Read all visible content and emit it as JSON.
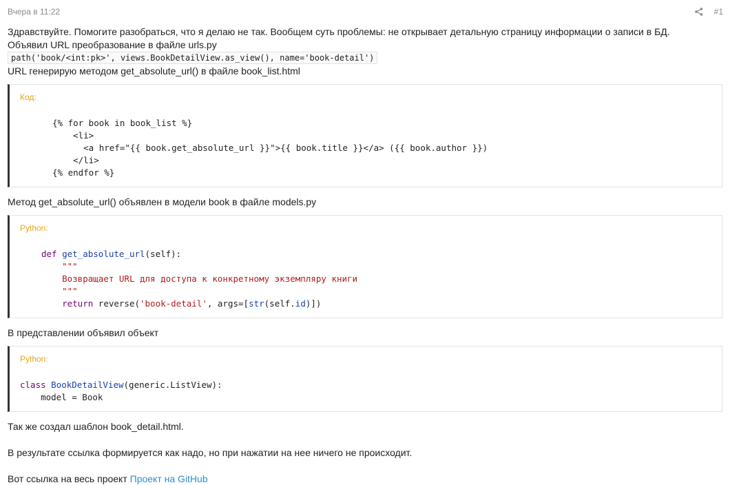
{
  "meta": {
    "timestamp": "Вчера в 11:22",
    "post_number": "#1",
    "share_icon": "share-icon"
  },
  "intro": {
    "line1": "Здравствуйте. Помогите разобраться, что я делаю не так. Вообщем суть проблемы: не открывает детальную страницу информации о записи в БД.",
    "line2": "Объявил URL преобразование в файле urls.py",
    "inline_code": "path('book/<int:pk>', views.BookDetailView.as_view(), name='book-detail')",
    "line3": "URL генерирую методом get_absolute_url() в файле book_list.html"
  },
  "code1": {
    "label": "Код:",
    "lines": [
      "{% for book in book_list %}",
      "    <li>",
      "      <a href=\"{{ book.get_absolute_url }}\">{{ book.title }}</a> ({{ book.author }})",
      "    </li>",
      "{% endfor %}"
    ]
  },
  "text_mid1": "Метод get_absolute_url() объявлен в модели book в файле models.py",
  "code2": {
    "label": "Python:",
    "def_kw": "def",
    "fn_name": "get_absolute_url",
    "sig_rest": "(self):",
    "doc_open": "\"\"\"",
    "doc_text": "Возвращает URL для доступа к конкретному экземпляру книги",
    "doc_close": "\"\"\"",
    "return_kw": "return",
    "ret_a": " reverse(",
    "ret_str": "'book-detail'",
    "ret_b": ", args=[",
    "ret_str_fn": "str",
    "ret_c": "(self.",
    "ret_id": "id",
    "ret_d": ")])"
  },
  "text_mid2": "В представлении объявил объект",
  "code3": {
    "label": "Python:",
    "class_kw": "class",
    "class_name": "BookDetailView",
    "class_rest": "(generic.ListView):",
    "line2": "    model = Book"
  },
  "text_end1": "Так же создал шаблон book_detail.html.",
  "text_end2": "В результате ссылка формируется как надо, но при нажатии на нее ничего не происходит.",
  "text_end3": "Вот ссылка на весь проект",
  "github_link": "Проект на GitHub"
}
